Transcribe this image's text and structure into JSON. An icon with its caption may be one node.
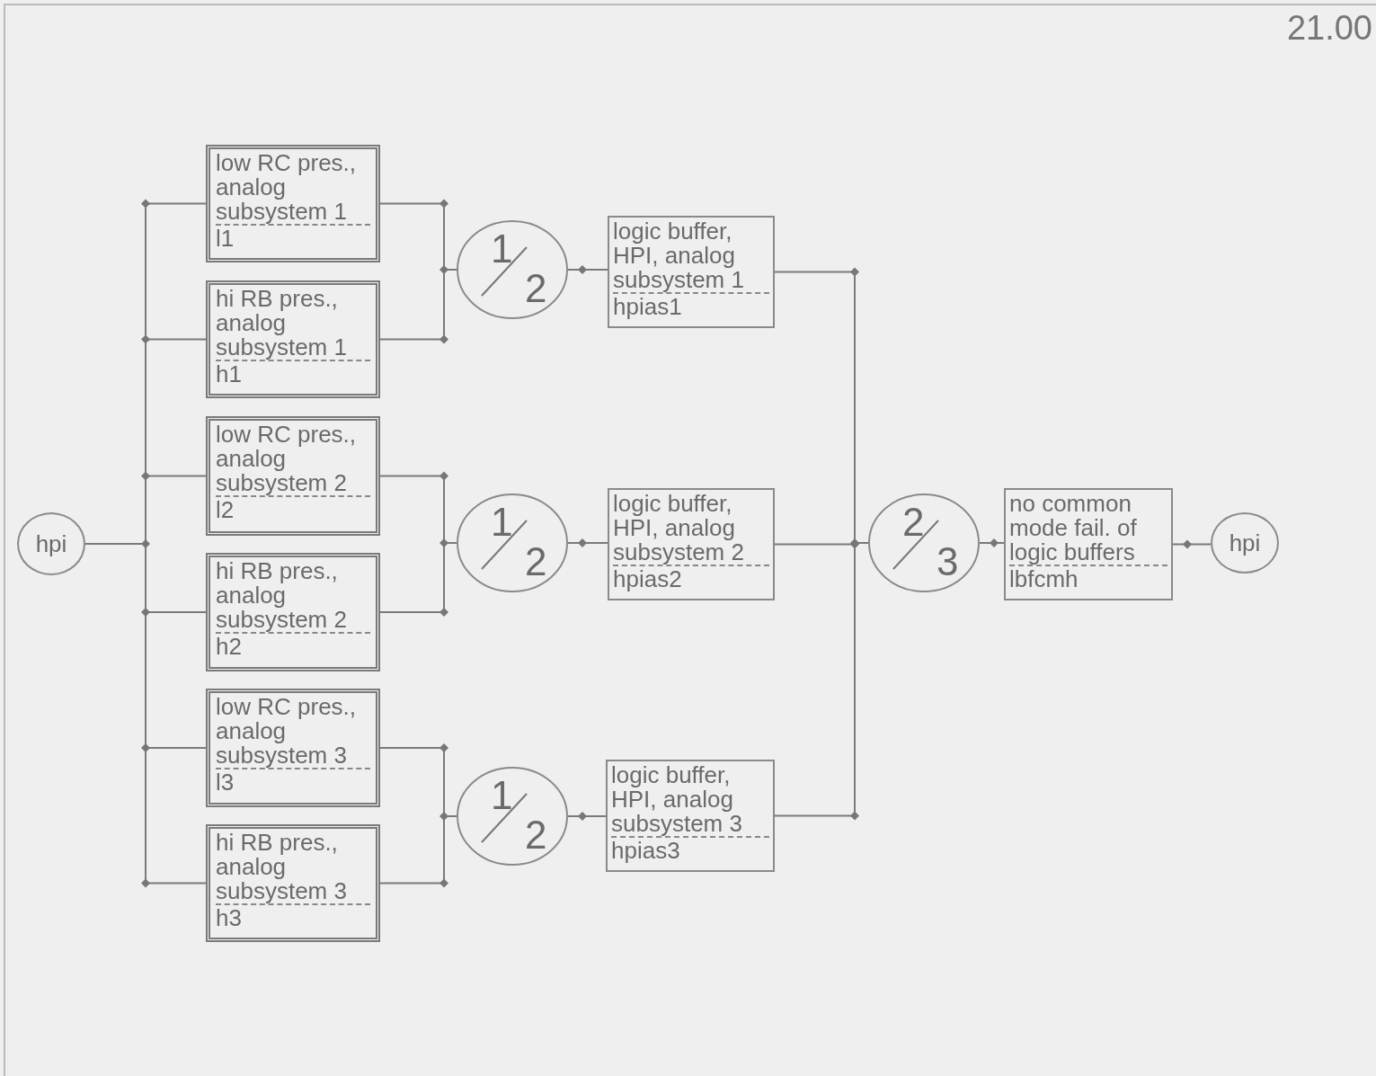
{
  "diagram": {
    "nodes": [
      {
        "text": [
          "hpi"
        ]
      },
      {
        "text": [
          "low RC pres., analog subsystem 1",
          "l1"
        ]
      },
      {
        "text": [
          "hi RB pres., analog subsystem 1",
          "h1"
        ]
      },
      {
        "text": [
          "low RC pres., analog subsystem 2",
          "l2"
        ]
      },
      {
        "text": [
          "hi RB pres., analog subsystem 2",
          "h2"
        ]
      },
      {
        "text": [
          "low RC pres., analog subsystem 3",
          "l3"
        ]
      },
      {
        "text": [
          "hi RB pres., analog subsystem 3",
          "h3"
        ]
      },
      {
        "text": [
          "1",
          "2"
        ]
      },
      {
        "text": [
          "logic buffer, HPI, analog subsystem 1",
          "hpias1"
        ]
      },
      {
        "text": [
          "1",
          "2"
        ]
      },
      {
        "text": [
          "logic buffer, HPI, analog subsystem 2",
          "hpias2"
        ]
      },
      {
        "text": [
          "1",
          "2"
        ]
      },
      {
        "text": [
          "logic buffer, HPI, analog subsystem 3",
          "hpias3"
        ]
      },
      {
        "text": [
          "2",
          "3"
        ]
      },
      {
        "text": [
          "no common mode fail. of logic buffers",
          "lbfcmh"
        ]
      },
      {
        "text": [
          "hpi"
        ]
      }
    ],
    "edges": [
      {
        "from": 0,
        "to": 1,
        "arrow": "none"
      },
      {
        "from": 0,
        "to": 2,
        "arrow": "none"
      },
      {
        "from": 0,
        "to": 3,
        "arrow": "none"
      },
      {
        "from": 0,
        "to": 4,
        "arrow": "none"
      },
      {
        "from": 0,
        "to": 5,
        "arrow": "none"
      },
      {
        "from": 0,
        "to": 6,
        "arrow": "none"
      },
      {
        "from": 1,
        "to": 7,
        "arrow": "none"
      },
      {
        "from": 2,
        "to": 7,
        "arrow": "none"
      },
      {
        "from": 3,
        "to": 9,
        "arrow": "none"
      },
      {
        "from": 4,
        "to": 9,
        "arrow": "none"
      },
      {
        "from": 5,
        "to": 11,
        "arrow": "none"
      },
      {
        "from": 6,
        "to": 11,
        "arrow": "none"
      },
      {
        "from": 7,
        "to": 8,
        "arrow": "none"
      },
      {
        "from": 9,
        "to": 10,
        "arrow": "none"
      },
      {
        "from": 11,
        "to": 12,
        "arrow": "none"
      },
      {
        "from": 8,
        "to": 13,
        "arrow": "none"
      },
      {
        "from": 10,
        "to": 13,
        "arrow": "none"
      },
      {
        "from": 12,
        "to": 13,
        "arrow": "none"
      },
      {
        "from": 13,
        "to": 14,
        "arrow": "none"
      },
      {
        "from": 14,
        "to": 15,
        "arrow": "none"
      }
    ],
    "labels": [
      "21.00"
    ]
  }
}
